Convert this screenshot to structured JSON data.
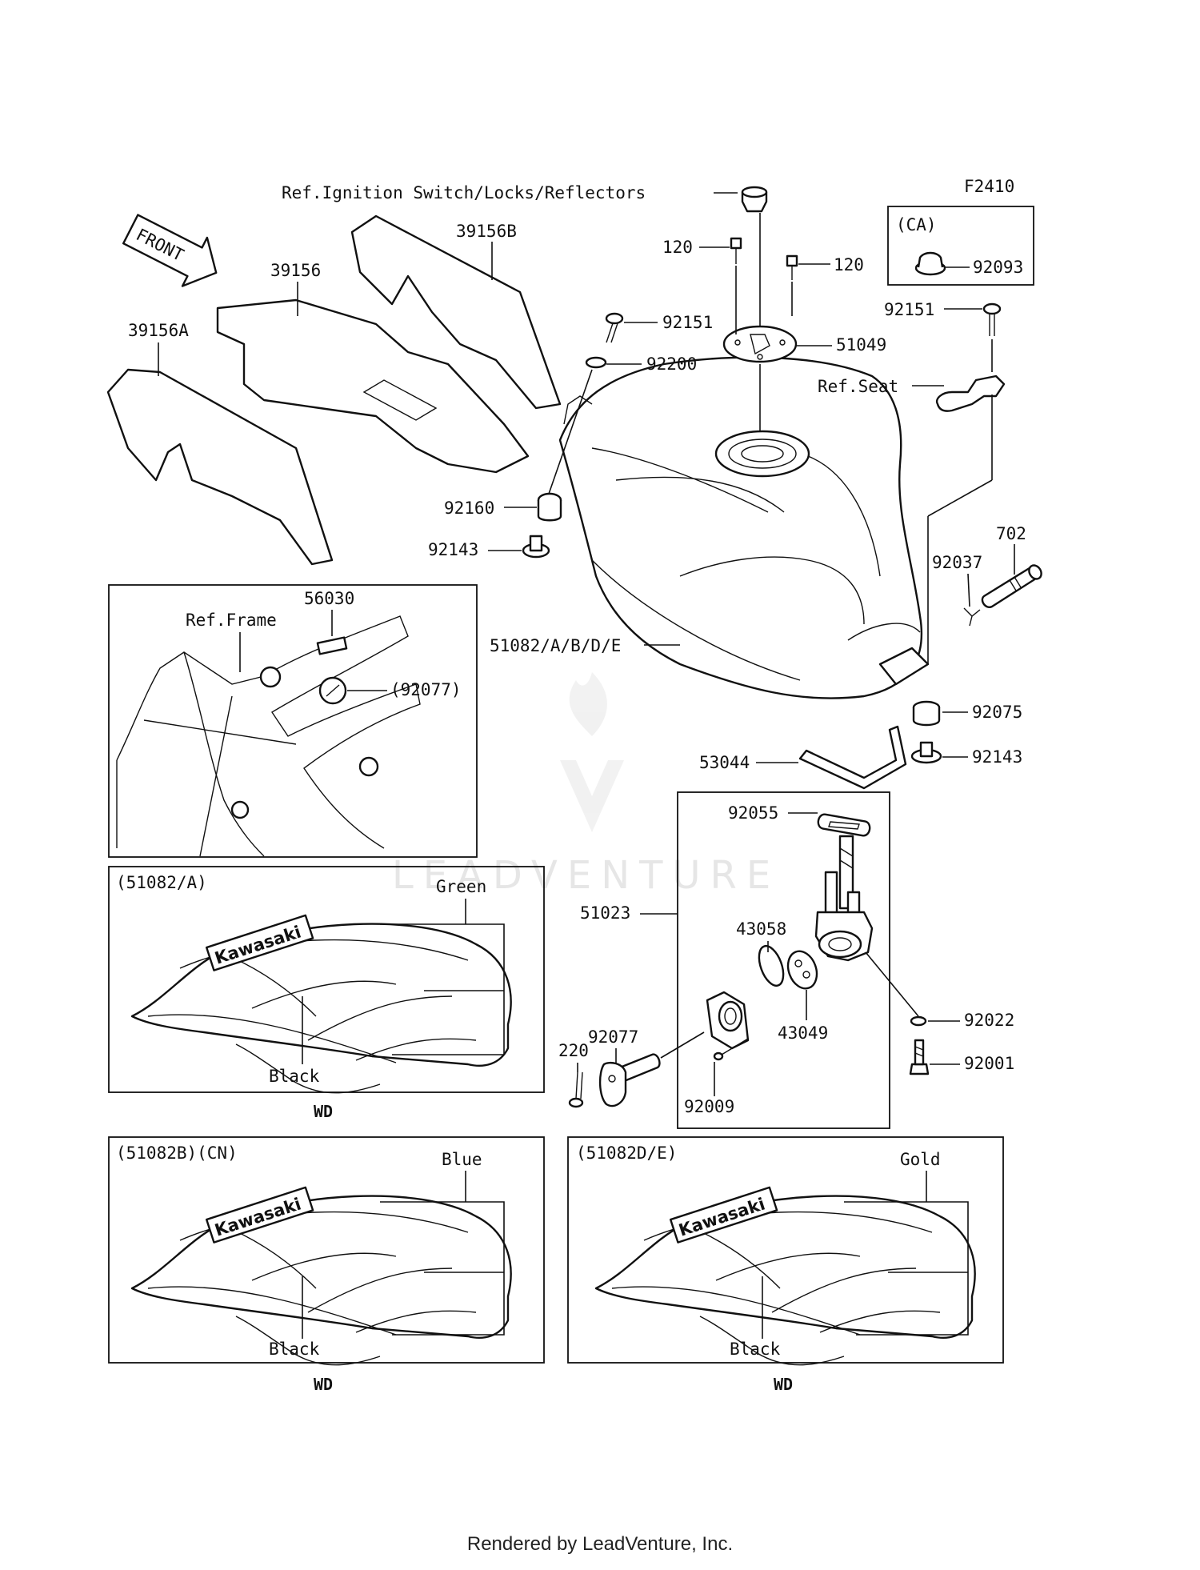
{
  "figure_code": "F2410",
  "front_arrow": "FRONT",
  "ref_labels": {
    "ignition": "Ref.Ignition Switch/Locks/Reflectors",
    "seat": "Ref.Seat",
    "frame": "Ref.Frame"
  },
  "ca_box": {
    "title": "(CA)",
    "part": "92093"
  },
  "parts": {
    "p39156B": "39156B",
    "p39156": "39156",
    "p39156A": "39156A",
    "p120a": "120",
    "p120b": "120",
    "p92151a": "92151",
    "p92151b": "92151",
    "p92200": "92200",
    "p51049": "51049",
    "p92160": "92160",
    "p92143a": "92143",
    "p92143b": "92143",
    "p51082": "51082/A/B/D/E",
    "p92037": "92037",
    "p702": "702",
    "p92075": "92075",
    "p53044": "53044",
    "p56030": "56030",
    "p92077ref": "(92077)",
    "p92055": "92055",
    "p51023": "51023",
    "p43058": "43058",
    "p43049": "43049",
    "p92077": "92077",
    "p220": "220",
    "p92009": "92009",
    "p92022": "92022",
    "p92001": "92001"
  },
  "variants": [
    {
      "title": "(51082/A)",
      "color_top": "Green",
      "color_bottom": "Black",
      "region": "WD"
    },
    {
      "title": "(51082B)(CN)",
      "color_top": "Blue",
      "color_bottom": "Black",
      "region": "WD"
    },
    {
      "title": "(51082D/E)",
      "color_top": "Gold",
      "color_bottom": "Black",
      "region": "WD"
    }
  ],
  "decal_text": "Kawasaki",
  "watermark": "LEADVENTURE",
  "footer": "Rendered by LeadVenture, Inc."
}
